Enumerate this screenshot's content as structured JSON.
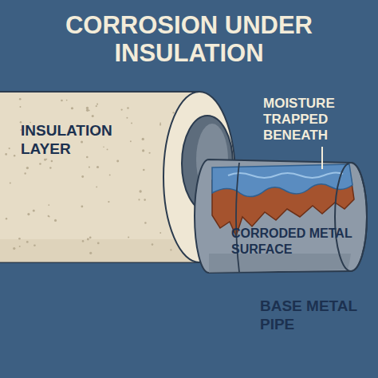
{
  "diagram": {
    "title": "CORROSION UNDER INSULATION",
    "labels": [
      "INSULATION LAYER",
      "MOISTURE TRAPPED BENEATH",
      "CORRODED METAL SURFACE",
      "BASE METAL PIPE"
    ]
  }
}
